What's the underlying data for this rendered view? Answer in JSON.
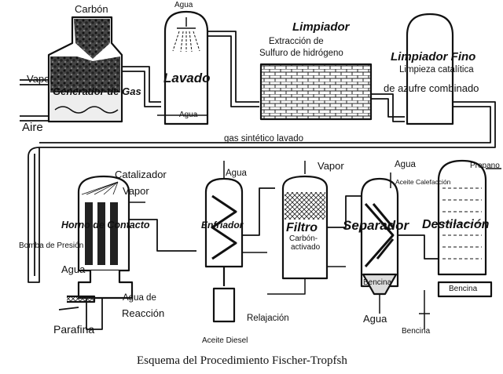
{
  "title": "Esquema del Procedimiento Fischer-Tropfsh",
  "labels": {
    "carbon": "Carbón",
    "agua_lavado": "Agua",
    "vapor_gen": "Vapor",
    "generador": "Generador de Gas",
    "lavado": "Lavado",
    "agua_lavado_bottom": "Agua",
    "aire": "Aire",
    "limpiador": "Limpiador",
    "limpiador_desc1": "Extracción de",
    "limpiador_desc2": "Sulfuro de hidrógeno",
    "limpiador_fino": "Limpiador Fino",
    "fino_desc1": "Limpieza catalítica",
    "fino_desc2": "de azufre combinado",
    "gas_sintetico": "gas sintético lavado",
    "catalizador": "Catalizador",
    "vapor_horno": "Vapor",
    "horno": "Horno de Contacto",
    "bomba": "Bomba de Presión",
    "agua_horno": "Agua",
    "agua_reaccion1": "Agua de",
    "agua_reaccion2": "Reacción",
    "parafina": "Parafina",
    "agua_enfriador": "Agua",
    "enfriador": "Enfriador",
    "aceite_diesel": "Aceite Diesel",
    "relajacion": "Relajación",
    "vapor_filtro": "Vapor",
    "filtro": "Filtro",
    "carbon_activado1": "Carbón-",
    "carbon_activado2": "activado",
    "agua_separador": "Agua",
    "aceite_calefaccion": "Aceite Calefacción",
    "separador": "Separador",
    "bencina_sep": "Bencina",
    "agua_separador_bottom": "Agua",
    "destilacion": "Destilación",
    "propano": "Propano",
    "bencina_dest": "Bencina",
    "bencina_out": "Bencina"
  }
}
